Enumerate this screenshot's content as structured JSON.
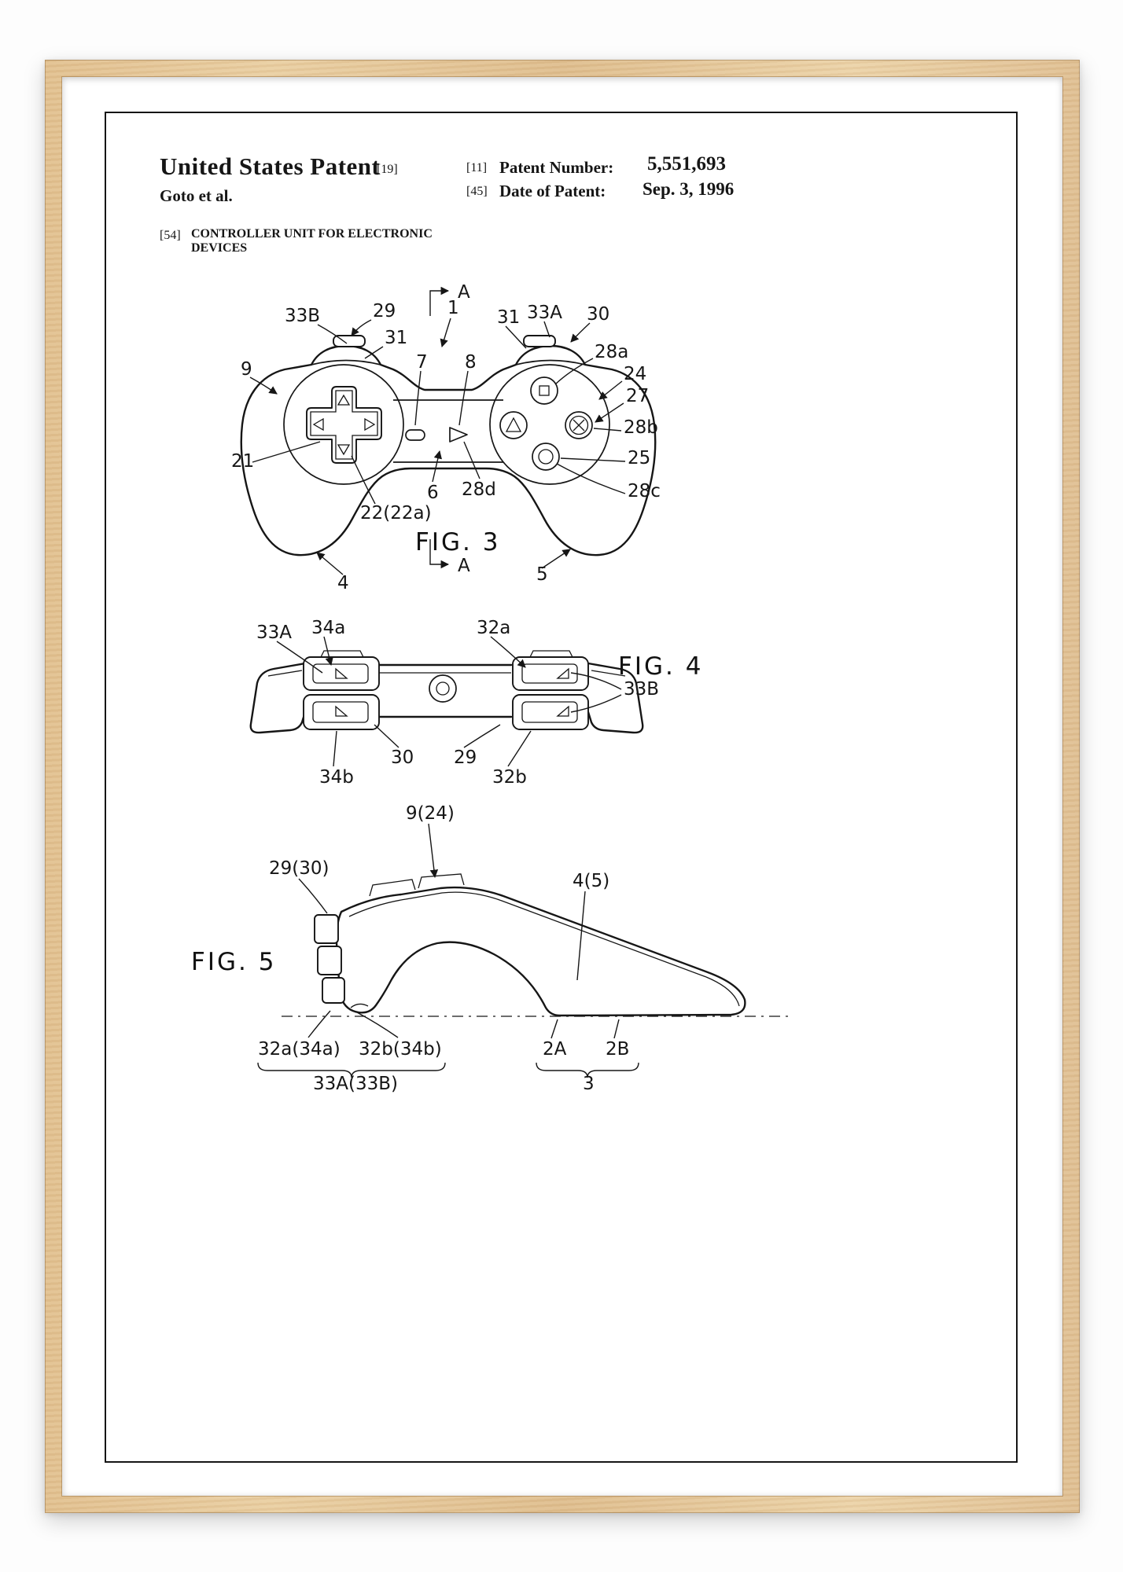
{
  "colors": {
    "frame_wood": "#e3c294",
    "paper": "#ffffff",
    "ink": "#161616"
  },
  "header": {
    "title": "United States Patent",
    "kind_code": "[19]",
    "inventors": "Goto et al.",
    "number_field_code": "[11]",
    "number_label": "Patent Number:",
    "patent_number": "5,551,693",
    "date_field_code": "[45]",
    "date_label": "Date of Patent:",
    "patent_date": "Sep. 3, 1996",
    "title_field_code": "[54]",
    "invention_title": "CONTROLLER UNIT FOR ELECTRONIC DEVICES"
  },
  "fig3": {
    "label": "FIG. 3",
    "section_a_top": "A",
    "section_a_bottom": "A",
    "ref_1": "1",
    "ref_4": "4",
    "ref_5": "5",
    "ref_6": "6",
    "ref_7": "7",
    "ref_8": "8",
    "ref_9": "9",
    "ref_21": "21",
    "ref_22": "22(22a)",
    "ref_24": "24",
    "ref_25": "25",
    "ref_27": "27",
    "ref_28a": "28a",
    "ref_28b": "28b",
    "ref_28c": "28c",
    "ref_28d": "28d",
    "ref_29": "29",
    "ref_30": "30",
    "ref_31_left": "31",
    "ref_31_right": "31",
    "ref_33A": "33A",
    "ref_33B": "33B"
  },
  "fig4": {
    "label": "FIG. 4",
    "ref_29": "29",
    "ref_30": "30",
    "ref_32a": "32a",
    "ref_32b": "32b",
    "ref_33A": "33A",
    "ref_33B": "33B",
    "ref_34a": "34a",
    "ref_34b": "34b"
  },
  "fig5": {
    "label": "FIG. 5",
    "ref_9_24": "9(24)",
    "ref_29_30": "29(30)",
    "ref_4_5": "4(5)",
    "ref_32a_34a": "32a(34a)",
    "ref_32b_34b": "32b(34b)",
    "ref_33A_33B": "33A(33B)",
    "ref_2A": "2A",
    "ref_2B": "2B",
    "ref_3": "3"
  }
}
